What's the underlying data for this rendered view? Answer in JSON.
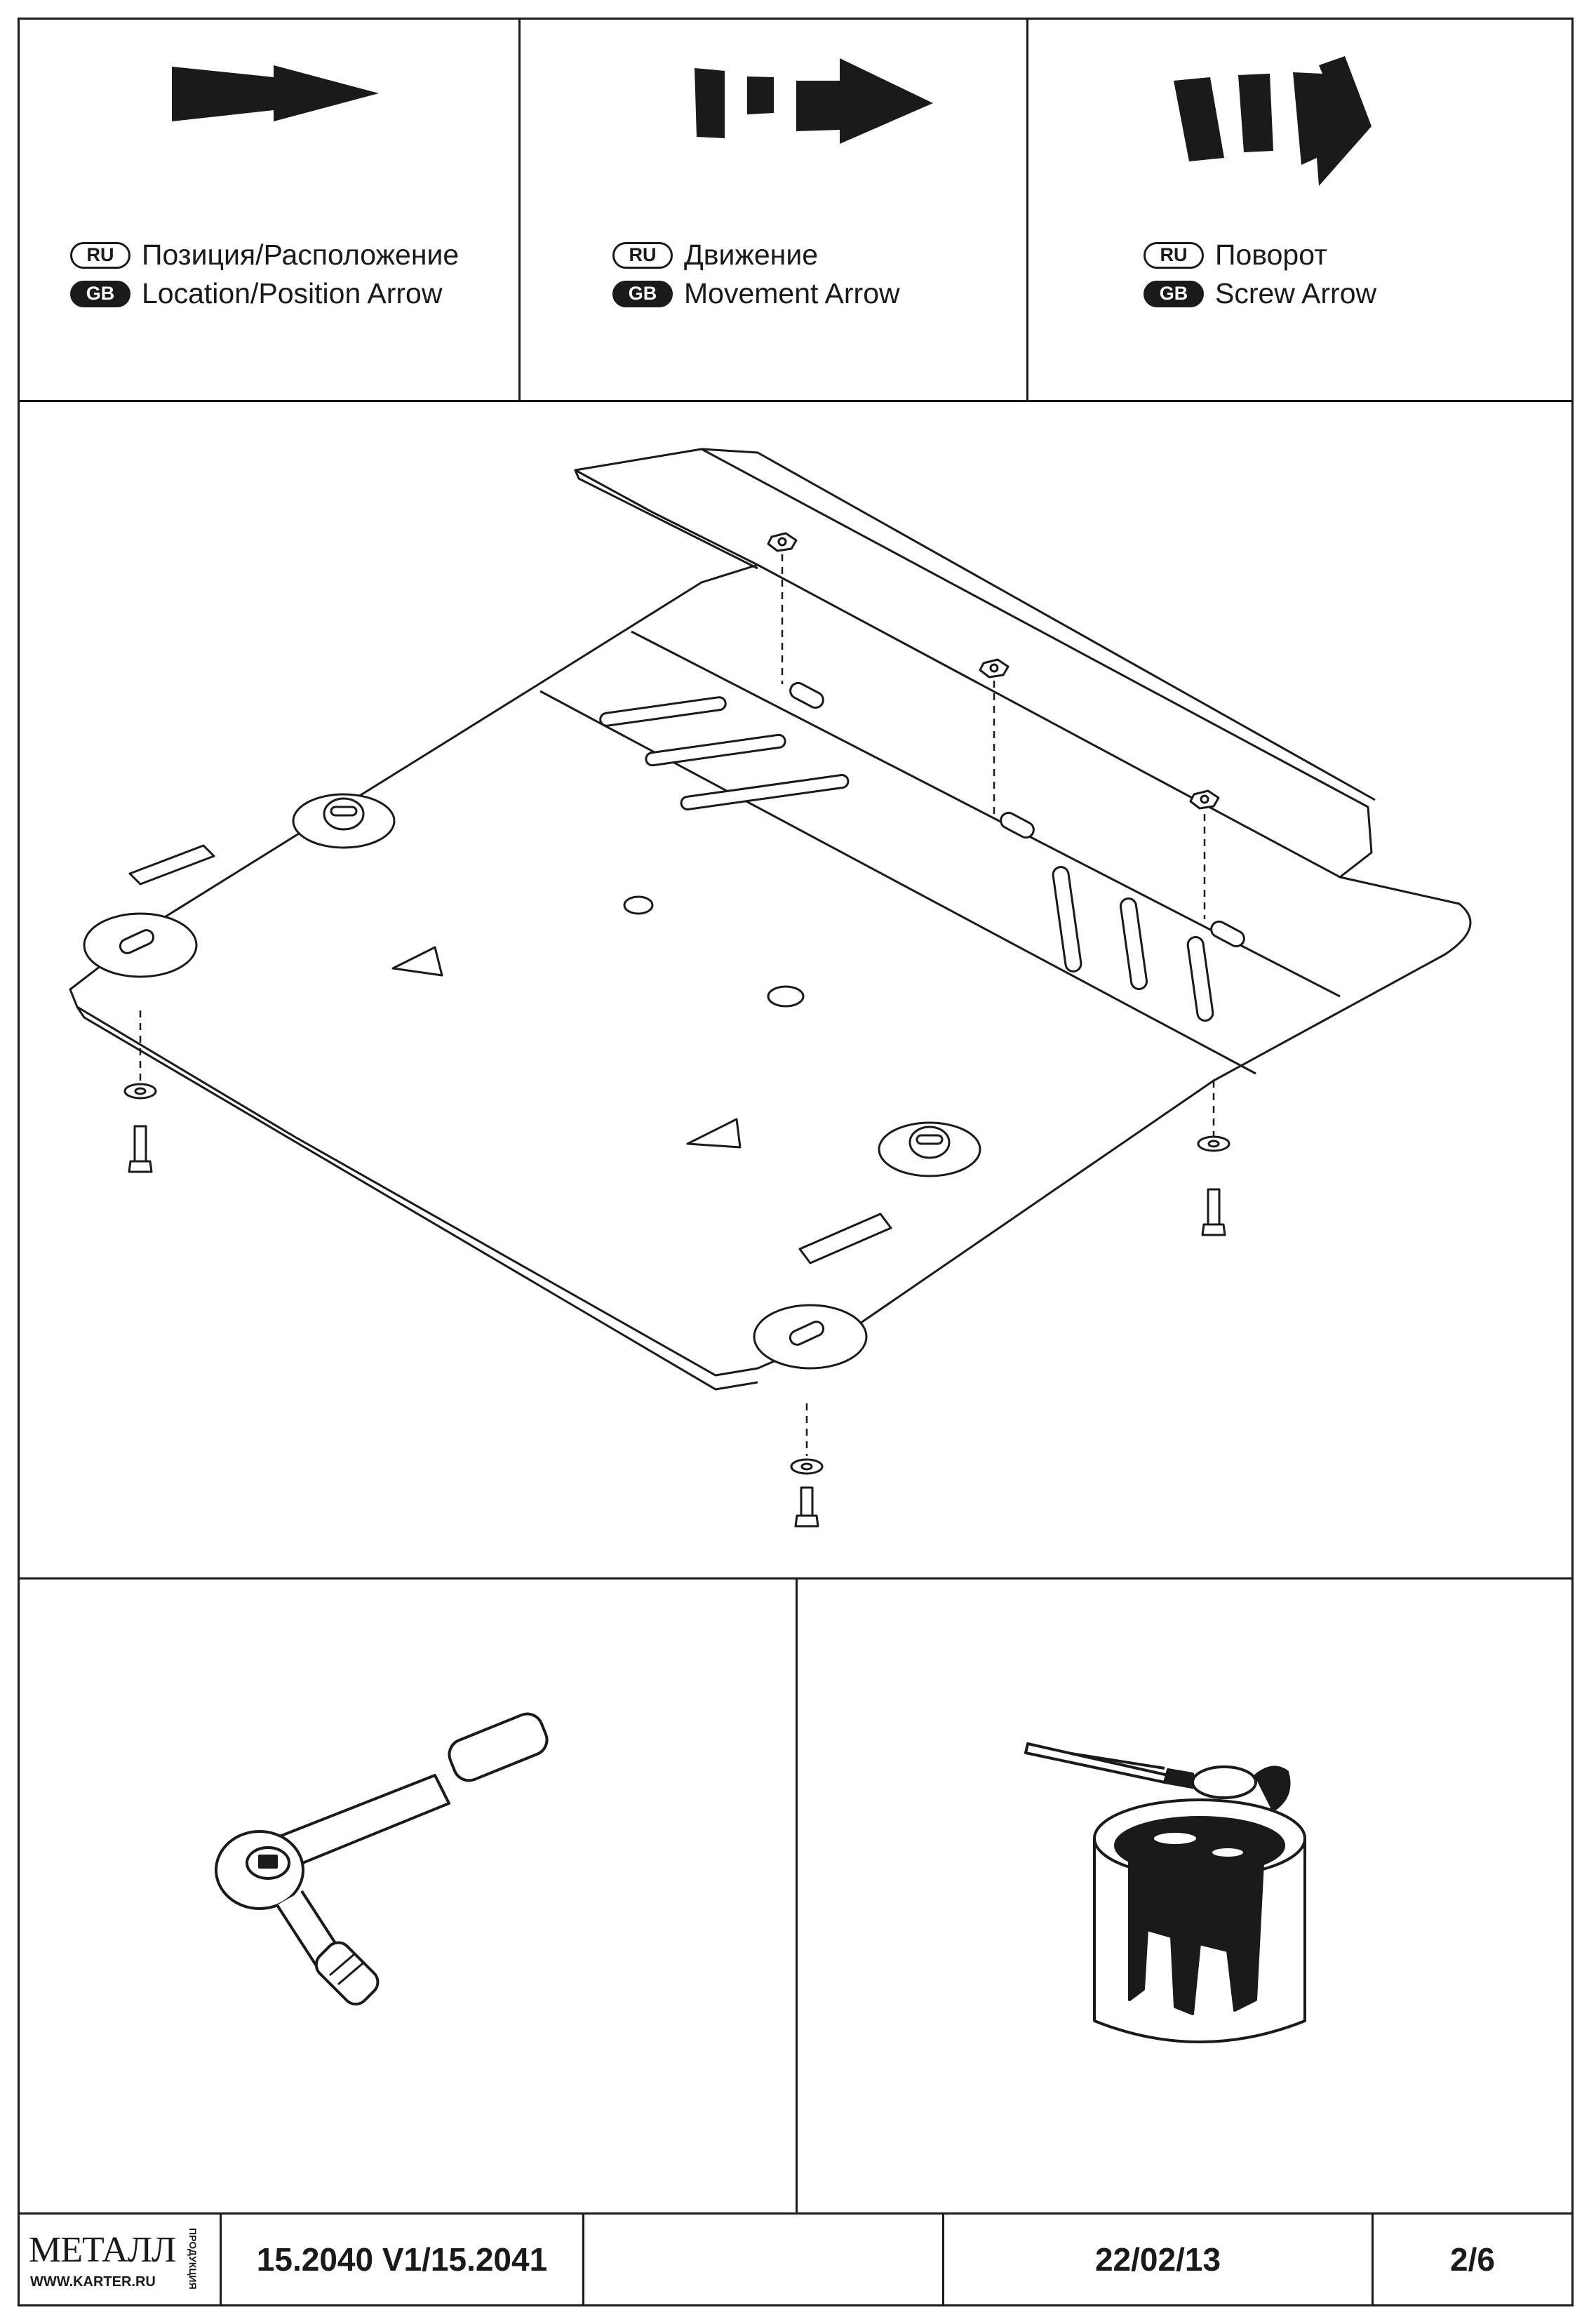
{
  "legend": [
    {
      "ru_badge": "RU",
      "gb_badge": "GB",
      "ru": "Позиция/Расположение",
      "gb": "Location/Position Arrow",
      "icon": "location-arrow-icon"
    },
    {
      "ru_badge": "RU",
      "gb_badge": "GB",
      "ru": "Движение",
      "gb": "Movement Arrow",
      "icon": "movement-arrow-icon"
    },
    {
      "ru_badge": "RU",
      "gb_badge": "GB",
      "ru": "Поворот",
      "gb": "Screw Arrow",
      "icon": "screw-arrow-icon"
    }
  ],
  "illustrations": {
    "main": "skid-plate-assembly-drawing",
    "tool_left": "ratchet-wrench-icon",
    "tool_right": "paint-can-brush-icon"
  },
  "title_block": {
    "logo_text": "МЕТАЛЛ",
    "logo_side_text": "ПРОДУКЦИЯ",
    "logo_url": "WWW.KARTER.RU",
    "part_number": "15.2040 V1/15.2041",
    "blank": "",
    "date": "22/02/13",
    "page": "2/6"
  },
  "colors": {
    "ink": "#1a1a1a",
    "paper": "#ffffff"
  }
}
